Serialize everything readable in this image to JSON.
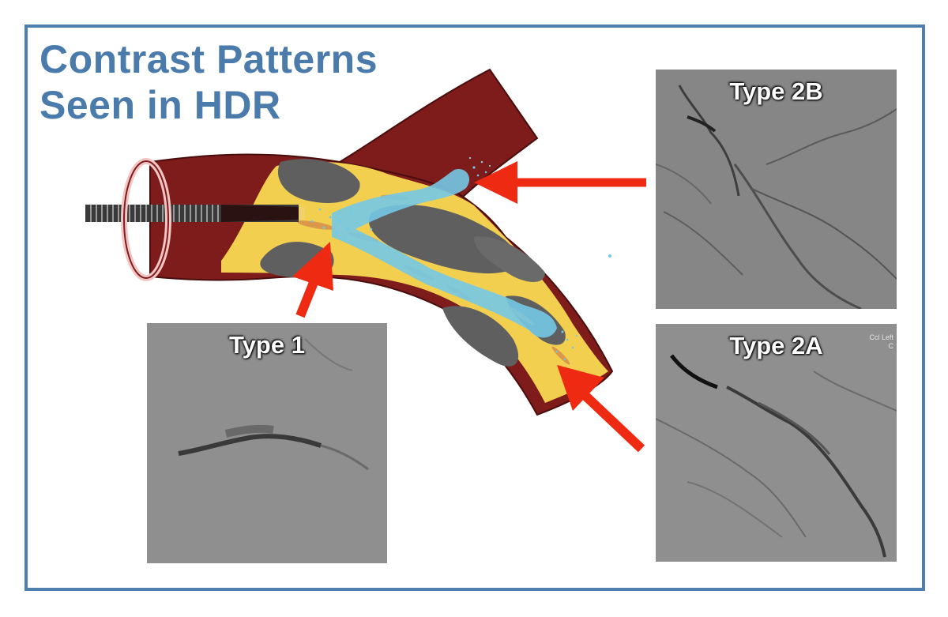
{
  "title": {
    "line1": "Contrast Patterns",
    "line2": "Seen in HDR"
  },
  "panels": {
    "type1": {
      "label": "Type 1"
    },
    "type2b": {
      "label": "Type 2B"
    },
    "type2a": {
      "label": "Type 2A",
      "corner_text": "Ccl Left\nC"
    }
  },
  "colors": {
    "frame_border": "#4f7fad",
    "title": "#4a7bab",
    "vessel_wall": "#7e1b1b",
    "thrombus_yellow": "#f3cf4f",
    "plaque_gray": "#5f5f5f",
    "contrast_blue": "#74c8e6",
    "arrow_red": "#ee2a12"
  }
}
